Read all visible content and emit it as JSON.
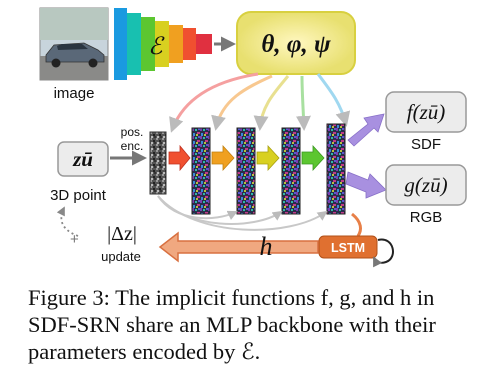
{
  "figure": {
    "image_label": "image",
    "encoder_symbol": "ℰ",
    "params": "θ, φ, ψ",
    "pos_enc_label_line1": "pos.",
    "pos_enc_label_line2": "enc.",
    "point_symbol": "zū",
    "point_label": "3D point",
    "sdf_output": "f(zū)",
    "sdf_label": "SDF",
    "rgb_output": "g(zū)",
    "rgb_label": "RGB",
    "h_symbol": "h",
    "lstm_label": "LSTM",
    "update_plus": "+",
    "update_symbol": "|Δz|",
    "update_label": "update"
  },
  "caption": {
    "text": "Figure 3: The implicit functions f, g, and h in SDF-SRN share an MLP backbone with their parameters encoded by ℰ."
  },
  "colors": {
    "encoder_blocks": [
      "#1a9ae0",
      "#18c0b0",
      "#5cc630",
      "#d8d020",
      "#f0a020",
      "#f05030"
    ],
    "param_box_fill": "#f4f0b0",
    "output_box_fill": "#e8e8e8",
    "output_arrow": "#a890e0",
    "lstm_fill": "#e07030",
    "h_arrow": "#e88048",
    "layer_arrows": [
      "#f05030",
      "#f0a020",
      "#d8d020",
      "#5cc630",
      "#18b8d8"
    ]
  }
}
